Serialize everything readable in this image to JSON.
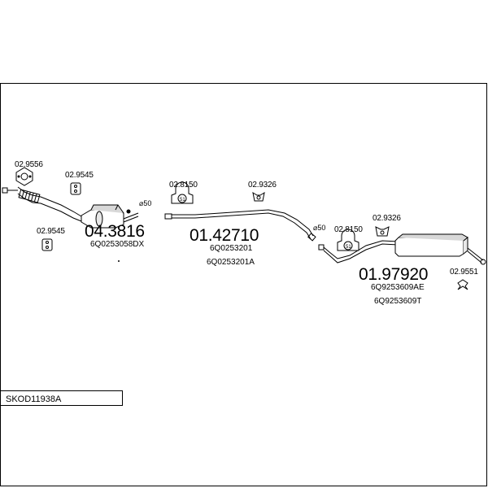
{
  "diagram": {
    "code": "SKOD11938A",
    "clamp_diameter_symbol": "⌀50",
    "clamp_diameter_symbol_2": "⌀50",
    "sections": {
      "front": {
        "part_number": "04.3816",
        "oem": [
          "6Q0253058DX"
        ]
      },
      "middle": {
        "part_number": "01.42710",
        "oem": [
          "6Q0253201",
          "6Q0253201A"
        ]
      },
      "rear": {
        "part_number": "01.97920",
        "oem": [
          "6Q9253609AE",
          "6Q9253609T"
        ]
      }
    },
    "fittings": {
      "gasket_front": "02.9556",
      "hanger_front_top": "02.9545",
      "hanger_front_bottom": "02.9545",
      "clamp_middle": "02.8150",
      "hanger_middle": "02.9326",
      "clamp_rear": "02.8150",
      "hanger_rear": "02.9326",
      "rear_bracket": "02.9551"
    }
  }
}
